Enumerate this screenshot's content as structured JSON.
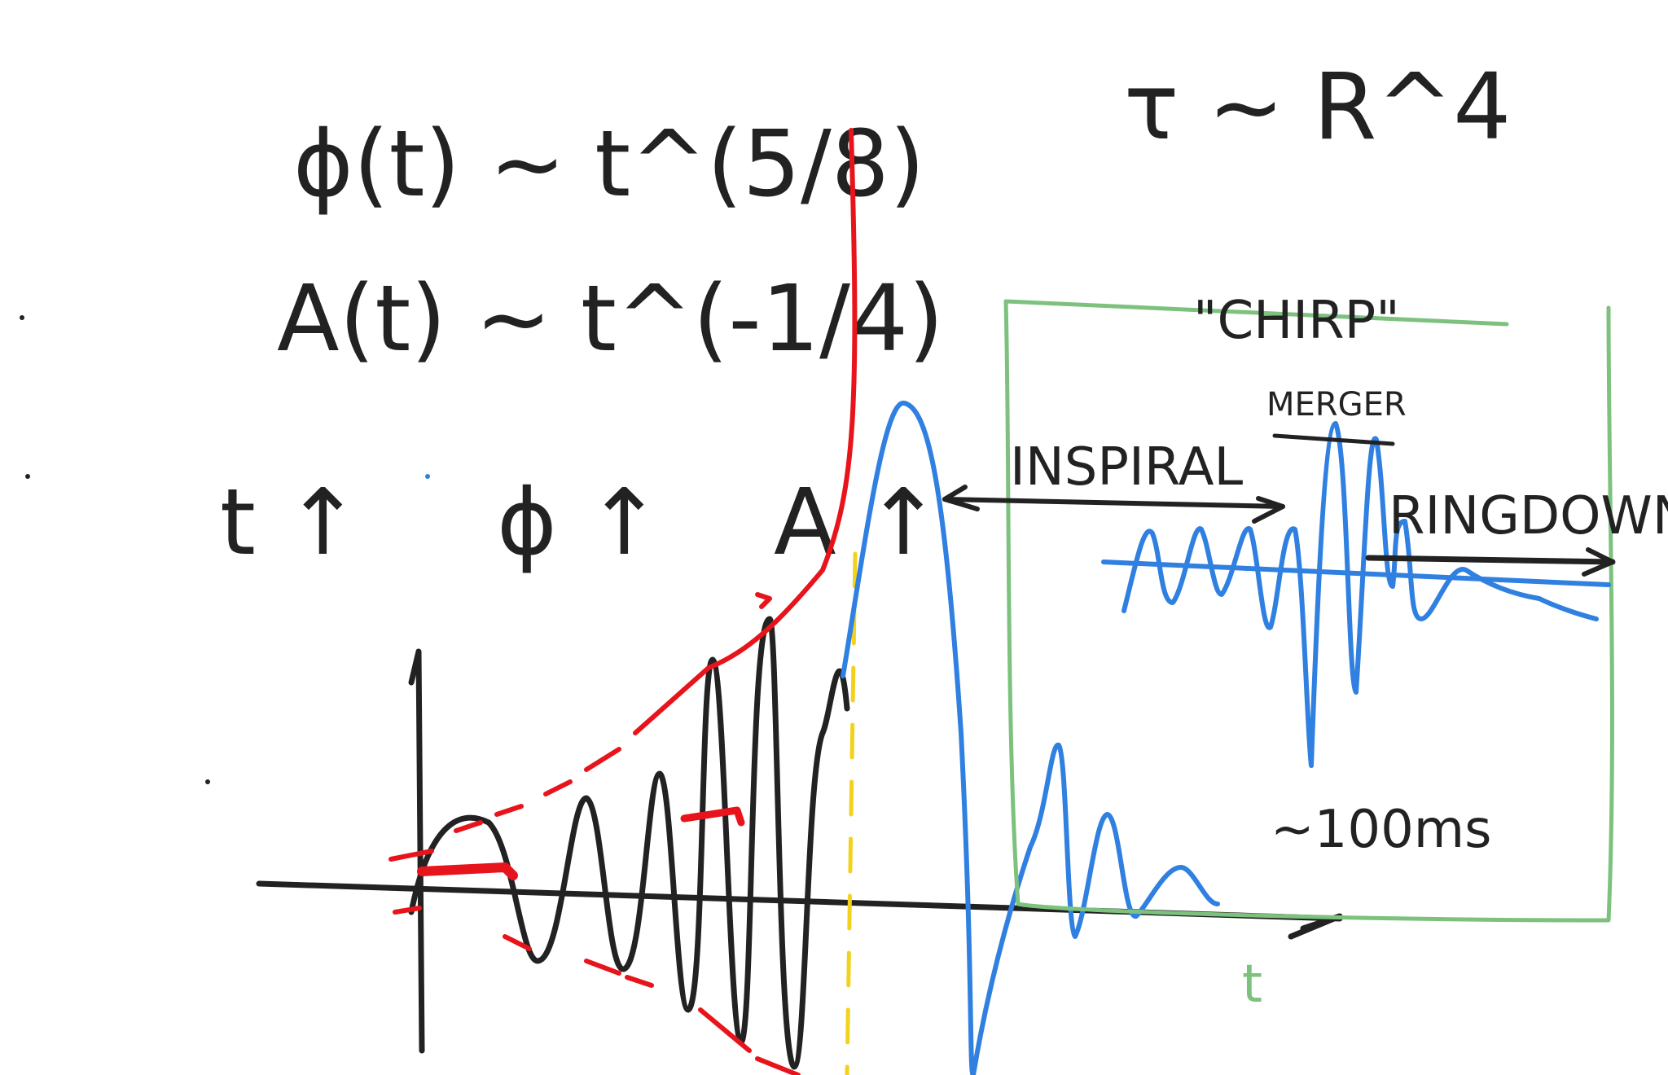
{
  "formulas": {
    "phase": "ϕ(t) ~ t^(5/8)",
    "amplitude": "A(t) ~ t^(-1/4)",
    "tau": "τ ~ R^4"
  },
  "arrow_labels": {
    "t": "t ↑",
    "phi": "ϕ ↑",
    "A": "A ↑"
  },
  "chirp_box": {
    "title": "\"CHIRP\"",
    "inspiral": "INSPIRAL",
    "merger": "MERGER",
    "ringdown": "RINGDOWN",
    "duration": "~100ms"
  },
  "axis": {
    "time_label": "t"
  },
  "colors": {
    "ink": "#222222",
    "red": "#e8141b",
    "blue": "#2f80e0",
    "green": "#7cc27e",
    "yellow": "#f2d21e"
  }
}
